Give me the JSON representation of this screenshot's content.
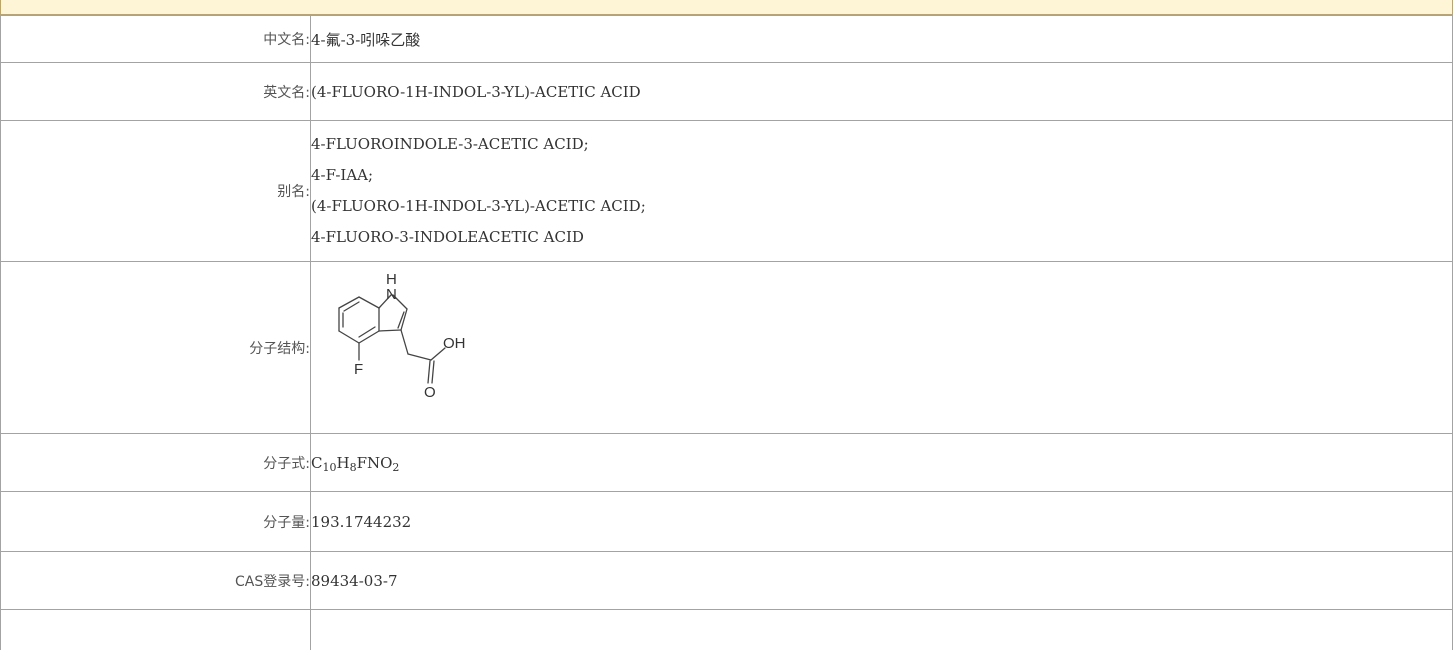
{
  "rows": {
    "cn_name": {
      "label": "中文名:",
      "value": "4-氟-3-吲哚乙酸"
    },
    "en_name": {
      "label": "英文名:",
      "value": "(4-FLUORO-1H-INDOL-3-YL)-ACETIC ACID"
    },
    "aliases": {
      "label": "别名:",
      "values": [
        "4-FLUOROINDOLE-3-ACETIC ACID;",
        "4-F-IAA;",
        "(4-FLUORO-1H-INDOL-3-YL)-ACETIC ACID;",
        "4-FLUORO-3-INDOLEACETIC ACID"
      ]
    },
    "structure": {
      "label": "分子结构:",
      "atoms": {
        "h": "H",
        "n": "N",
        "oh": "OH",
        "f": "F",
        "o": "O"
      }
    },
    "formula": {
      "label": "分子式:",
      "parts": {
        "c": "C",
        "c_n": "10",
        "h": "H",
        "h_n": "8",
        "fno": "FNO",
        "o_n": "2"
      }
    },
    "mw": {
      "label": "分子量:",
      "value": "193.1744232"
    },
    "cas": {
      "label": "CAS登录号:",
      "value": "89434-03-7"
    }
  }
}
